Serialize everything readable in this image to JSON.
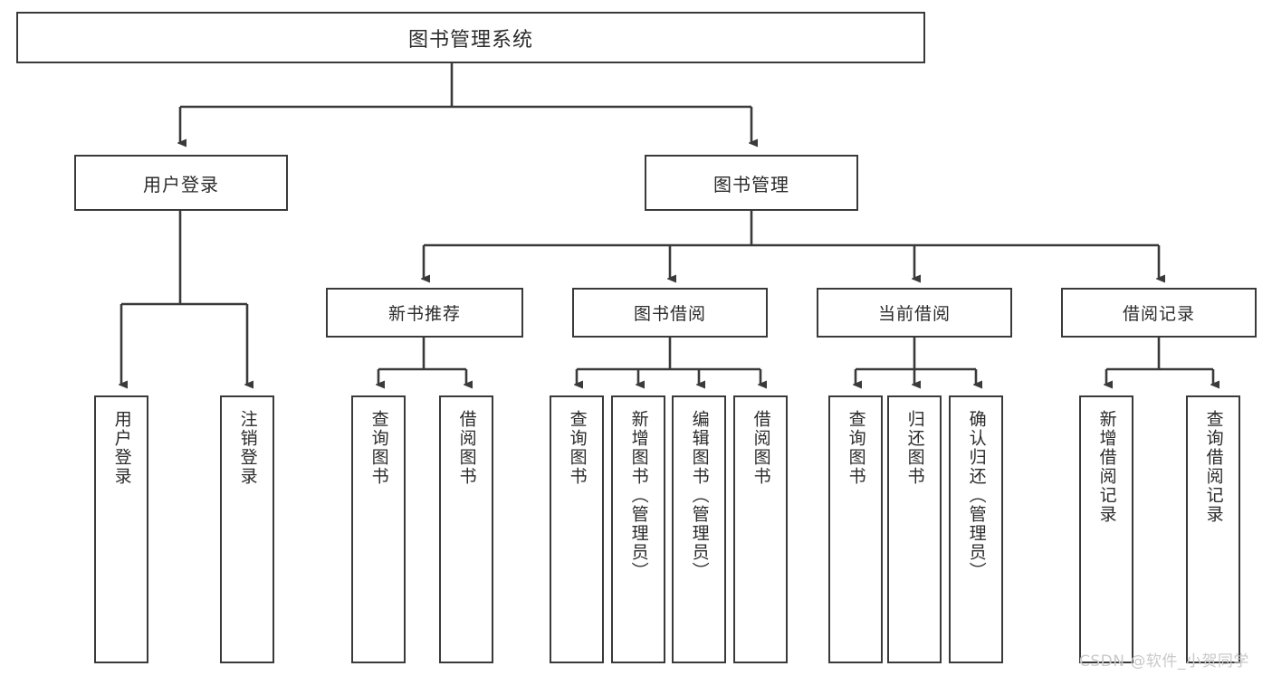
{
  "diagram": {
    "type": "tree",
    "title": "图书管理系统",
    "orientation": "top-down",
    "colors": {
      "box_border": "#3a3a3a",
      "box_fill": "#ffffff",
      "connector": "#3a3a3a",
      "text": "#2b2b2b",
      "watermark": "#c9c9c9",
      "background": "#ffffff"
    },
    "root": {
      "label": "图书管理系统"
    },
    "level2": [
      {
        "label": "用户登录"
      },
      {
        "label": "图书管理"
      }
    ],
    "level3": [
      {
        "label": "新书推荐"
      },
      {
        "label": "图书借阅"
      },
      {
        "label": "当前借阅"
      },
      {
        "label": "借阅记录"
      }
    ],
    "leaves": {
      "user_login": [
        {
          "label": "用户登录"
        },
        {
          "label": "注销登录"
        }
      ],
      "new_book_recommend": [
        {
          "label": "查询图书"
        },
        {
          "label": "借阅图书"
        }
      ],
      "book_borrow": [
        {
          "label": "查询图书"
        },
        {
          "label": "新增图书（管理员）"
        },
        {
          "label": "编辑图书（管理员）"
        },
        {
          "label": "借阅图书"
        }
      ],
      "current_borrow": [
        {
          "label": "查询图书"
        },
        {
          "label": "归还图书"
        },
        {
          "label": "确认归还（管理员）"
        }
      ],
      "borrow_record": [
        {
          "label": "新增借阅记录"
        },
        {
          "label": "查询借阅记录"
        }
      ]
    }
  },
  "watermark": {
    "text": "CSDN @软件_小贺同学"
  }
}
